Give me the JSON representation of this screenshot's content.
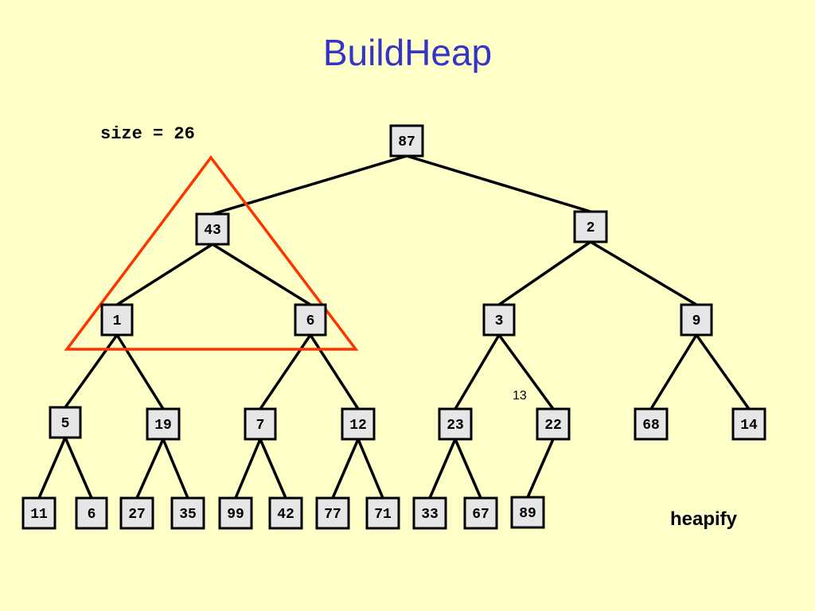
{
  "slide": {
    "title": "BuildHeap",
    "size_label": "size = 26",
    "side_label": "heapify",
    "index_label": "13",
    "highlight_color": "#ff3300"
  },
  "tree": {
    "nodes": [
      {
        "id": "n1",
        "value": "87"
      },
      {
        "id": "n2",
        "value": "43"
      },
      {
        "id": "n3",
        "value": "2"
      },
      {
        "id": "n4",
        "value": "1"
      },
      {
        "id": "n5",
        "value": "6"
      },
      {
        "id": "n6",
        "value": "3"
      },
      {
        "id": "n7",
        "value": "9"
      },
      {
        "id": "n8",
        "value": "5"
      },
      {
        "id": "n9",
        "value": "19"
      },
      {
        "id": "n10",
        "value": "7"
      },
      {
        "id": "n11",
        "value": "12"
      },
      {
        "id": "n12",
        "value": "23"
      },
      {
        "id": "n13",
        "value": "22"
      },
      {
        "id": "n14",
        "value": "68"
      },
      {
        "id": "n15",
        "value": "14"
      },
      {
        "id": "n16",
        "value": "11"
      },
      {
        "id": "n17",
        "value": "6"
      },
      {
        "id": "n18",
        "value": "27"
      },
      {
        "id": "n19",
        "value": "35"
      },
      {
        "id": "n20",
        "value": "99"
      },
      {
        "id": "n21",
        "value": "42"
      },
      {
        "id": "n22",
        "value": "77"
      },
      {
        "id": "n23",
        "value": "71"
      },
      {
        "id": "n24",
        "value": "33"
      },
      {
        "id": "n25",
        "value": "67"
      },
      {
        "id": "n26",
        "value": "89"
      }
    ],
    "edges": [
      [
        "n1",
        "n2"
      ],
      [
        "n1",
        "n3"
      ],
      [
        "n2",
        "n4"
      ],
      [
        "n2",
        "n5"
      ],
      [
        "n3",
        "n6"
      ],
      [
        "n3",
        "n7"
      ],
      [
        "n4",
        "n8"
      ],
      [
        "n4",
        "n9"
      ],
      [
        "n5",
        "n10"
      ],
      [
        "n5",
        "n11"
      ],
      [
        "n6",
        "n12"
      ],
      [
        "n6",
        "n13"
      ],
      [
        "n7",
        "n14"
      ],
      [
        "n7",
        "n15"
      ],
      [
        "n8",
        "n16"
      ],
      [
        "n8",
        "n17"
      ],
      [
        "n9",
        "n18"
      ],
      [
        "n9",
        "n19"
      ],
      [
        "n10",
        "n20"
      ],
      [
        "n10",
        "n21"
      ],
      [
        "n11",
        "n22"
      ],
      [
        "n11",
        "n23"
      ],
      [
        "n12",
        "n24"
      ],
      [
        "n12",
        "n25"
      ],
      [
        "n13",
        "n26"
      ]
    ]
  }
}
